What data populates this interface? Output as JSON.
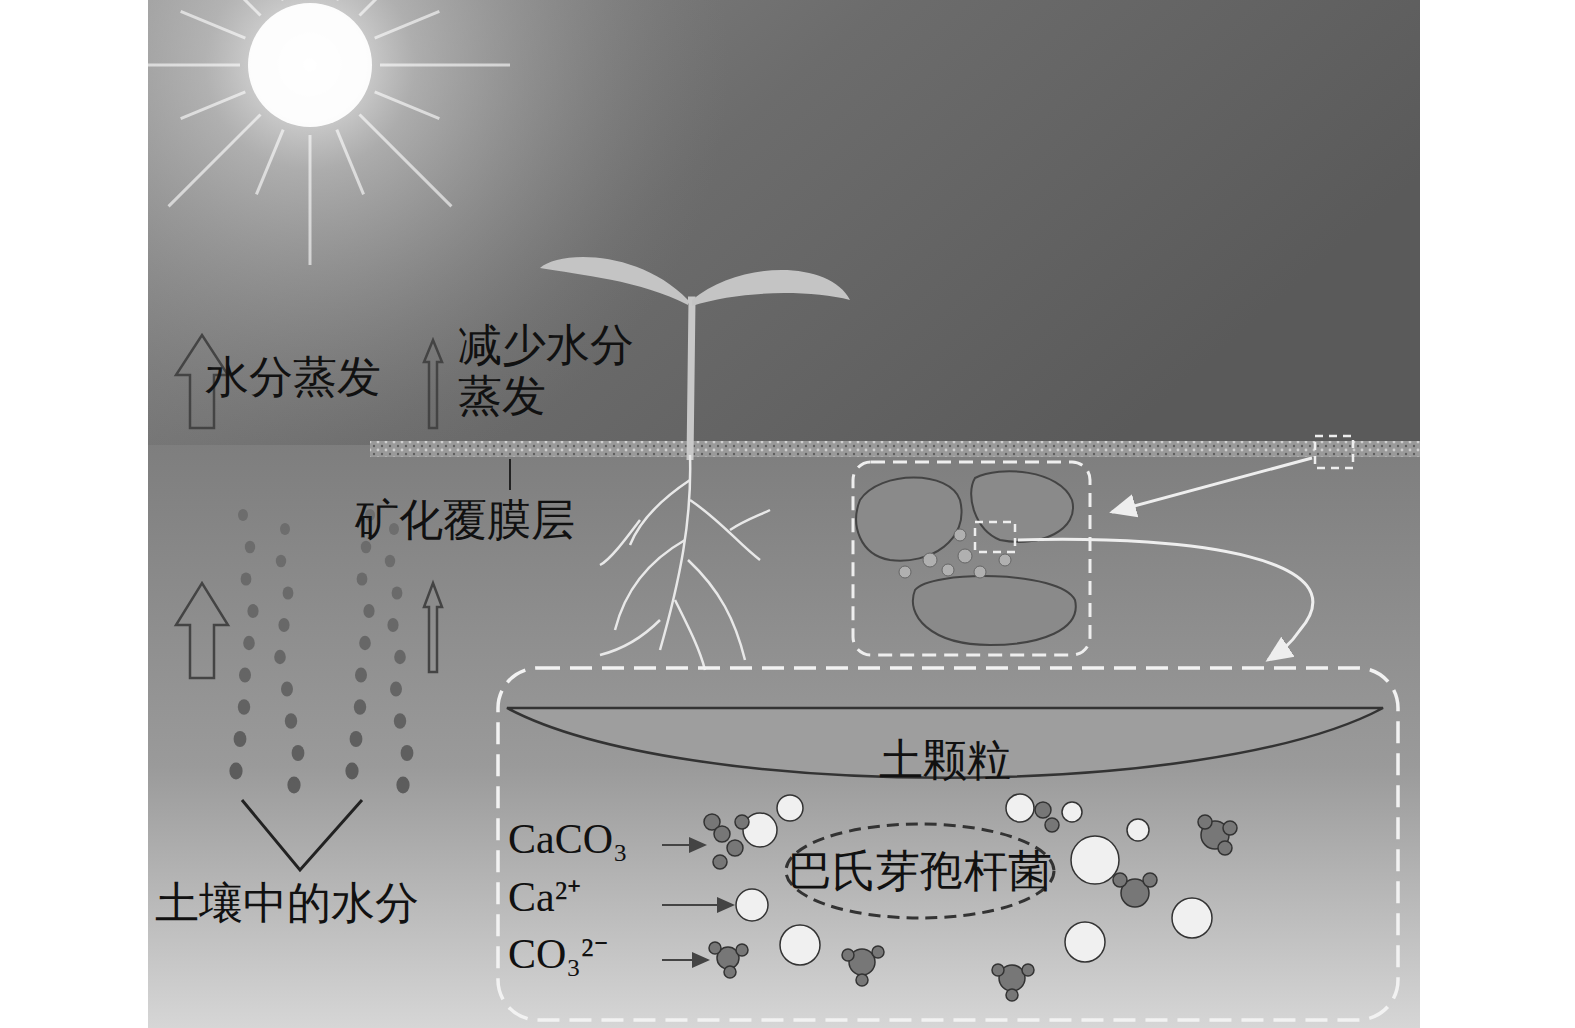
{
  "diagram": {
    "nodes": [
      {
        "text": [
          "土颗粒"
        ]
      },
      {
        "text": [
          "巴氏芽孢杆菌"
        ]
      }
    ],
    "labels": [
      "水分蒸发",
      "减少水分 蒸发",
      "矿化覆膜层",
      "土壤中的水分",
      "CaCO₃",
      "Ca²⁺",
      "CO₃²⁻"
    ]
  }
}
